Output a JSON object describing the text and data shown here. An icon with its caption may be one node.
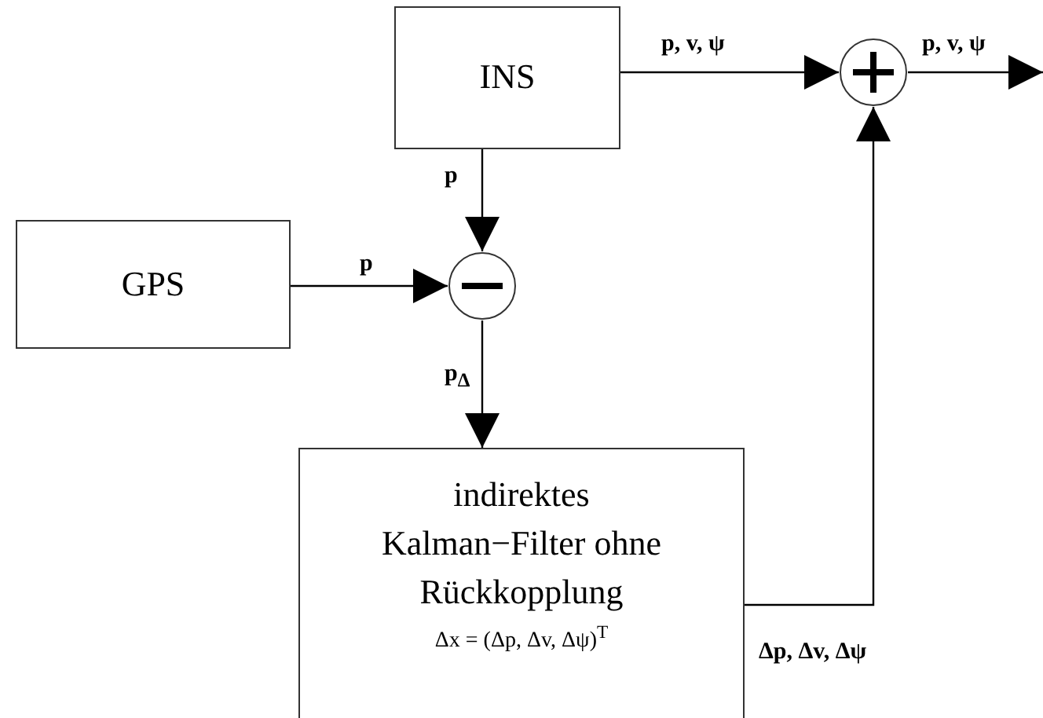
{
  "diagram": {
    "nodes": [
      {
        "text": [
          "INS"
        ]
      },
      {
        "text": [
          "GPS"
        ]
      },
      {
        "text": [],
        "shape": "circle"
      },
      {
        "text": [
          "indirektes Kalman−Filter ohne Rückkopplung",
          "Δx = (Δp, Δv, Δψ)$^{T}$"
        ]
      },
      {
        "text": [],
        "shape": "circle"
      }
    ],
    "edges": [
      {
        "from": 0,
        "to": 4,
        "arrow": "to",
        "label": "p, v, ψ"
      },
      {
        "from": 4,
        "to": null,
        "arrow": "to",
        "label": "p, v, ψ"
      },
      {
        "from": 0,
        "to": 2,
        "arrow": "to",
        "label": "p"
      },
      {
        "from": 1,
        "to": 2,
        "arrow": "to",
        "label": "p"
      },
      {
        "from": 2,
        "to": 3,
        "arrow": "to",
        "label": "p$_{Δ}$"
      },
      {
        "from": 3,
        "to": 4,
        "arrow": "to",
        "label": "Δp, Δv, Δψ"
      }
    ]
  }
}
